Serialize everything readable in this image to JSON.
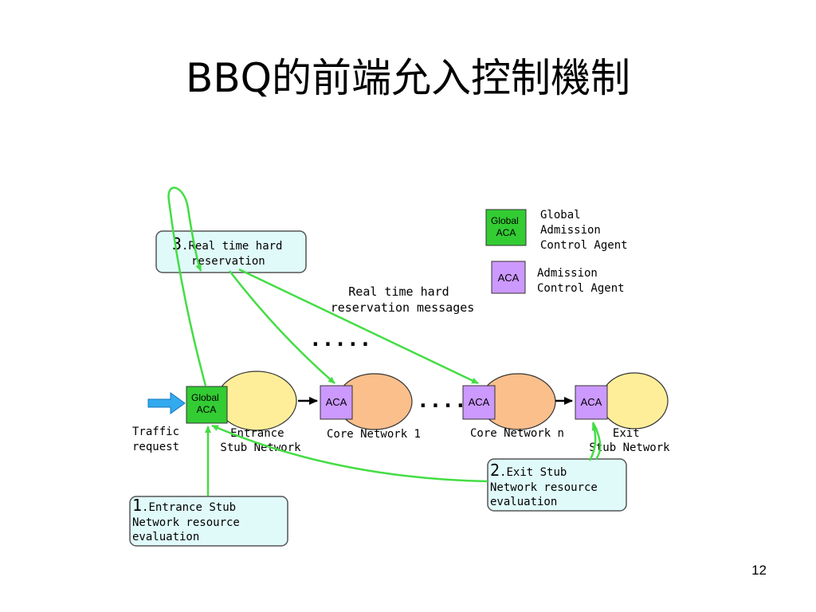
{
  "slide": {
    "title": "BBQ的前端允入控制機制",
    "page_number": "12"
  },
  "colors": {
    "global_aca": "#33cc33",
    "aca": "#cc99ff",
    "stub_network": "#ffee99",
    "core_network": "#fbbf8c",
    "callout": "#e0fafa",
    "arrow_green": "#44dd44",
    "traffic_arrow": "#33aaee"
  },
  "legend": {
    "global_box": "Global\nACA",
    "global_desc": [
      "Global",
      "Admission",
      "Control Agent"
    ],
    "aca_box": "ACA",
    "aca_desc": [
      "Admission",
      "Control Agent"
    ]
  },
  "diagram": {
    "traffic_label": [
      "Traffic",
      "request"
    ],
    "entrance_box": "Global\nACA",
    "entrance_label": [
      "Entrance",
      "Stub Network"
    ],
    "core1_box": "ACA",
    "core1_label": "Core Network 1",
    "coren_box": "ACA",
    "coren_label": "Core Network n",
    "exit_box": "ACA",
    "exit_label": [
      "Exit",
      "Stub Network"
    ],
    "ellipsis_top": ".....",
    "ellipsis_mid": ".....",
    "messages_label": [
      "Real time hard",
      "reservation messages"
    ]
  },
  "callouts": {
    "step3": {
      "num": "3",
      "lines": [
        ".Real time hard",
        "reservation"
      ]
    },
    "step1": {
      "num": "1",
      "lines": [
        ".Entrance Stub",
        "Network resource",
        "evaluation"
      ]
    },
    "step2": {
      "num": "2",
      "lines": [
        ".Exit Stub",
        "Network resource",
        "evaluation"
      ]
    }
  }
}
